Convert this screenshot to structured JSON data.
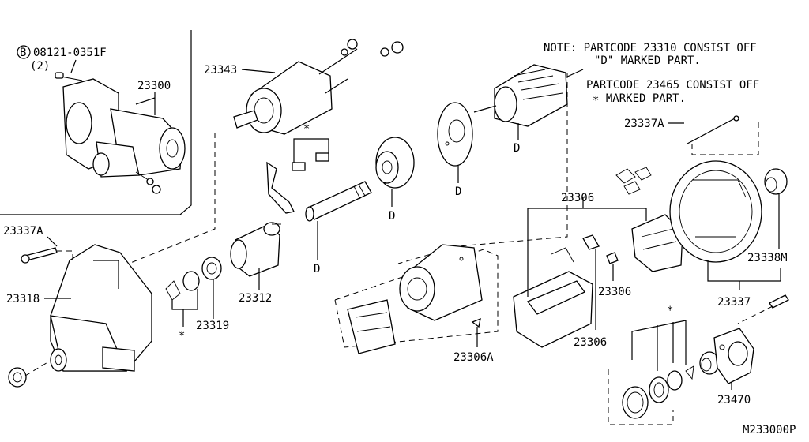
{
  "diagram": {
    "bolt_symbol": "B",
    "bolt_code": "08121-0351F",
    "bolt_qty": "(2)",
    "note_line1": "NOTE:  PARTCODE 23310 CONSIST OFF",
    "note_line2": "\"D\" MARKED PART.",
    "note_line3": "PARTCODE 23465 CONSIST OFF",
    "note_line4": "∗ MARKED PART.",
    "marker_d": "D",
    "marker_star": "∗",
    "figure_code": "M233000P",
    "labels": {
      "l23300": "23300",
      "l23343": "23343",
      "l23337a_top": "23337A",
      "l23337a_left": "23337A",
      "l23318": "23318",
      "l23312": "23312",
      "l23319": "23319",
      "l23306_top": "23306",
      "l23306_mid": "23306",
      "l23306_bot": "23306",
      "l23306a": "23306A",
      "l23338m": "23338M",
      "l23337": "23337",
      "l23470": "23470"
    }
  }
}
